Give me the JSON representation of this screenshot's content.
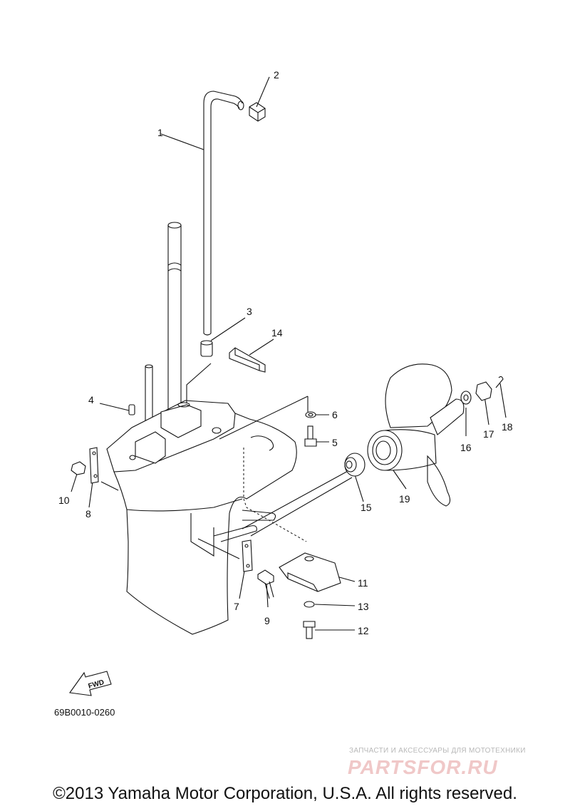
{
  "diagram": {
    "part_numbers": [
      "1",
      "2",
      "3",
      "4",
      "5",
      "6",
      "7",
      "8",
      "9",
      "10",
      "11",
      "12",
      "13",
      "14",
      "15",
      "16",
      "17",
      "18",
      "19"
    ],
    "direction_label": "FWD",
    "drawing_code": "69B0010-0260",
    "copyright": "©2013 Yamaha Motor Corporation, U.S.A. All rights reserved."
  },
  "watermark": {
    "tagline": "ЗАПЧАСТИ И АКСЕССУАРЫ ДЛЯ МОТОТЕХНИКИ",
    "brand": "PARTSFOR.RU"
  },
  "colors": {
    "line": "#111111",
    "background": "#ffffff",
    "watermark_brand": "#f0c8c8",
    "watermark_tagline": "#b8b8b8"
  }
}
